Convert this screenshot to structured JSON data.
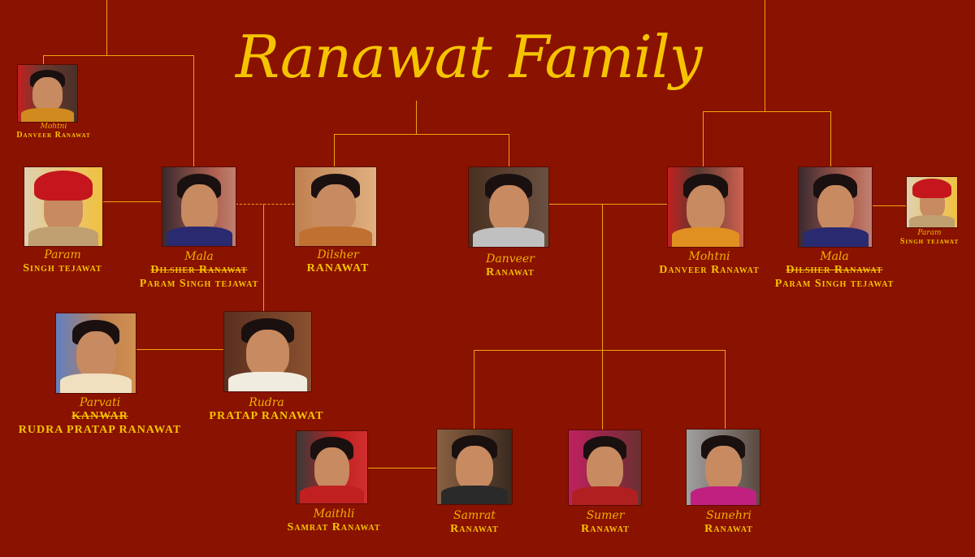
{
  "title": "Ranawat Family",
  "colors": {
    "background": "#8a1200",
    "accent": "#f5c400",
    "line": "#f0a410"
  },
  "members": [
    {
      "id": "mohini-small",
      "first": "Mohtni",
      "lines": [
        "Danveer Ranawat"
      ]
    },
    {
      "id": "param-left",
      "first": "Param",
      "lines": [
        "Singh tejawat"
      ]
    },
    {
      "id": "mala-left",
      "first": "Mala",
      "struck": "Dilsher Ranawat",
      "lines": [
        "Param Singh tejawat"
      ]
    },
    {
      "id": "dilsher",
      "first": "Dilsher",
      "lines": [
        "RANAWAT"
      ]
    },
    {
      "id": "danveer",
      "first": "Danveer",
      "lines": [
        "Ranawat"
      ]
    },
    {
      "id": "mohini",
      "first": "Mohtni",
      "lines": [
        "Danveer Ranawat"
      ]
    },
    {
      "id": "mala-right",
      "first": "Mala",
      "struck": "Dilsher Ranawat",
      "lines": [
        "Param Singh tejawat"
      ]
    },
    {
      "id": "param-small",
      "first": "Param",
      "lines": [
        "Singh tejawat"
      ]
    },
    {
      "id": "parvati",
      "first": "Parvati",
      "struck": "KANWAR",
      "lines": [
        "RUDRA PRATAP RANAWAT"
      ]
    },
    {
      "id": "rudra",
      "first": "Rudra",
      "lines": [
        "PRATAP RANAWAT"
      ]
    },
    {
      "id": "maithili",
      "first": "Maithli",
      "lines": [
        "Samrat Ranawat"
      ]
    },
    {
      "id": "samrat",
      "first": "Samrat",
      "lines": [
        "Ranawat"
      ]
    },
    {
      "id": "sumer",
      "first": "Sumer",
      "lines": [
        "Ranawat"
      ]
    },
    {
      "id": "sunehri",
      "first": "Sunehri",
      "lines": [
        "Ranawat"
      ]
    }
  ]
}
